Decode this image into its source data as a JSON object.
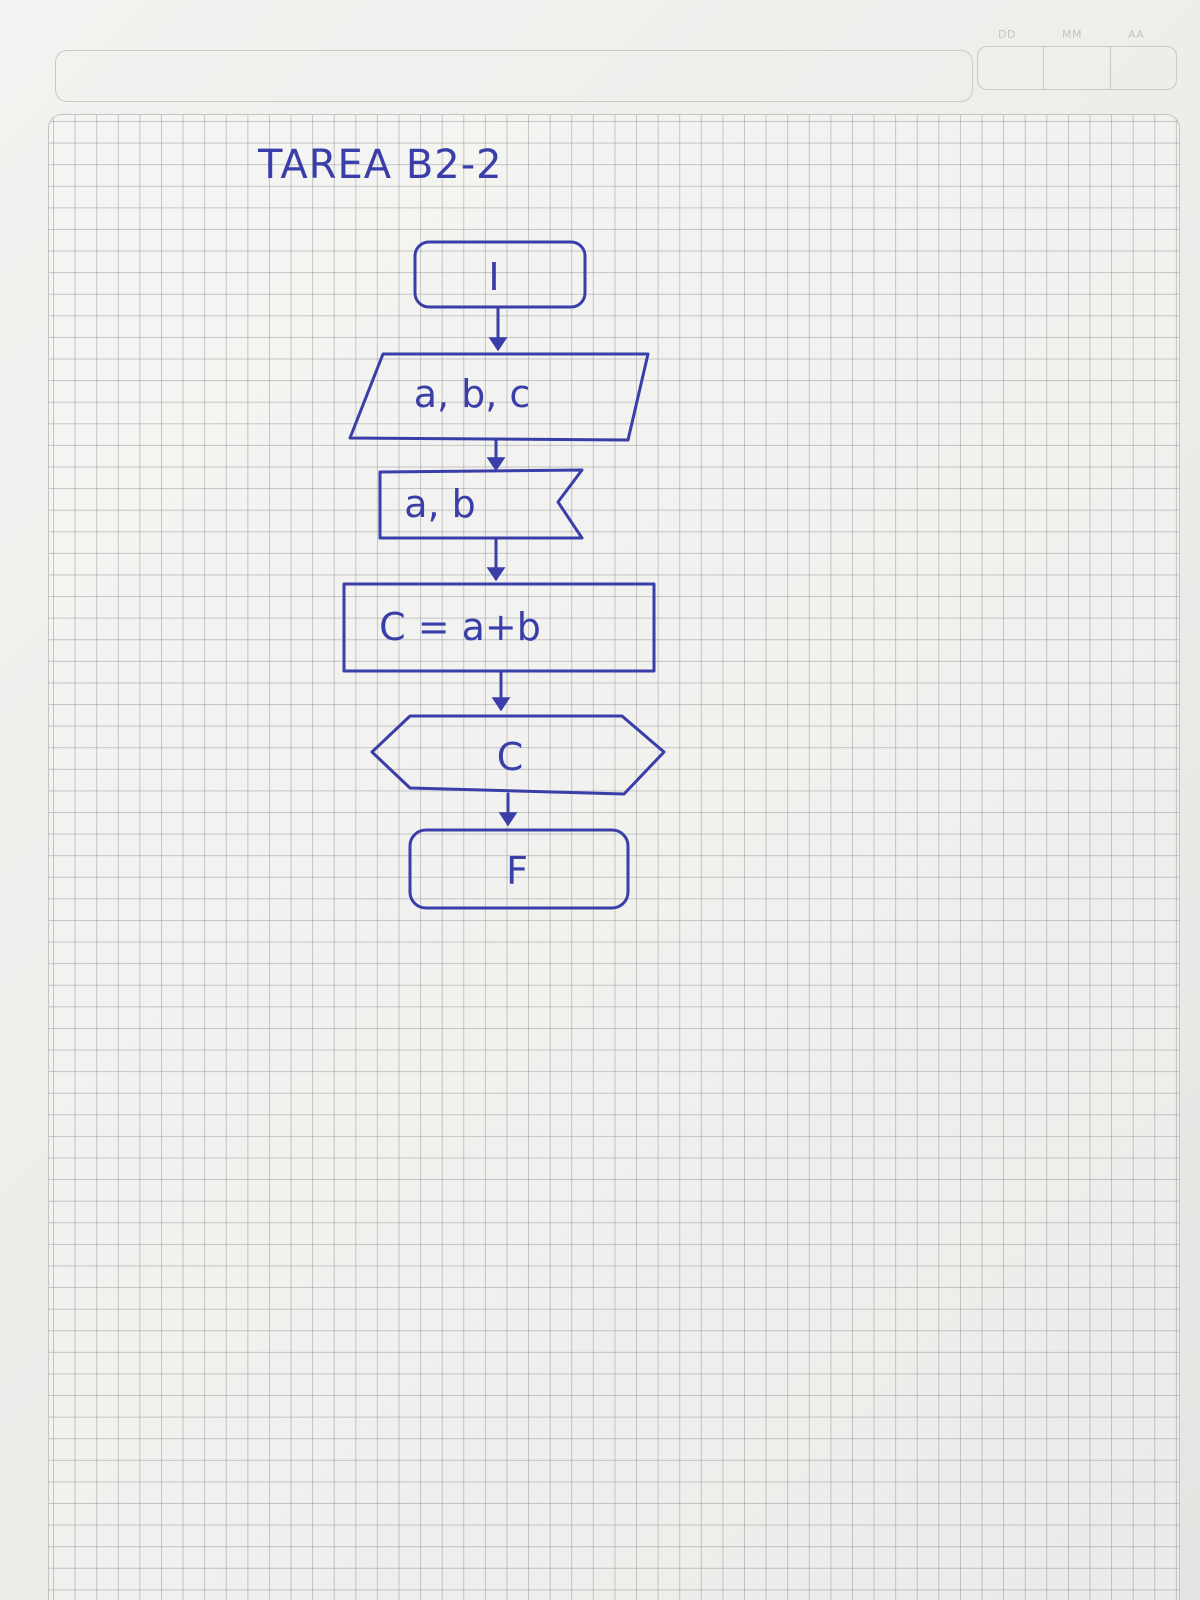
{
  "notebook": {
    "date_labels": [
      "DD",
      "MM",
      "AA"
    ]
  },
  "title": "TAREA B2-2",
  "flowchart": {
    "nodes": [
      {
        "id": "inicio",
        "shape": "terminator",
        "label": "I"
      },
      {
        "id": "entrada",
        "shape": "parallelogram",
        "label": "a, b, c"
      },
      {
        "id": "lectura",
        "shape": "flag",
        "label": "a, b"
      },
      {
        "id": "proceso",
        "shape": "process",
        "label": "C = a+b"
      },
      {
        "id": "salida",
        "shape": "display",
        "label": "C"
      },
      {
        "id": "fin",
        "shape": "terminator",
        "label": "F"
      }
    ],
    "edges": [
      [
        "inicio",
        "entrada"
      ],
      [
        "entrada",
        "lectura"
      ],
      [
        "lectura",
        "proceso"
      ],
      [
        "proceso",
        "salida"
      ],
      [
        "salida",
        "fin"
      ]
    ]
  },
  "colors": {
    "ink": "#3a3ea8",
    "paper": "#eeeeec",
    "grid": "#8a8a8f"
  }
}
